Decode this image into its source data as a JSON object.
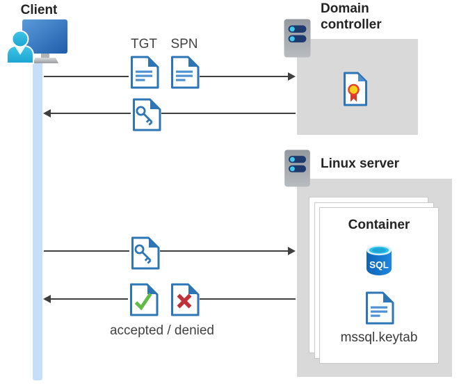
{
  "diagram": {
    "client": {
      "label": "Client"
    },
    "domain_controller": {
      "label_line1": "Domain",
      "label_line2": "controller"
    },
    "linux_server": {
      "label": "Linux server"
    },
    "container": {
      "label": "Container",
      "database_text": "SQL",
      "keytab_label": "mssql.keytab"
    },
    "flow": {
      "tgt_label": "TGT",
      "spn_label": "SPN",
      "result_label": "accepted / denied"
    },
    "icons": {
      "client": "person-at-monitor-icon",
      "domain_controller": "server-icon",
      "linux_server": "server-icon",
      "tgt": "document-icon",
      "spn": "document-icon",
      "session_ticket": "key-document-icon",
      "certificate": "certificate-ribbon-document-icon",
      "accepted": "check-document-icon",
      "denied": "cross-document-icon",
      "database": "sql-database-cylinder-icon",
      "keytab_file": "document-icon"
    },
    "colors": {
      "document_blue": "#2e75b6",
      "document_line_blue": "#4e92d2",
      "accept_green": "#62bb46",
      "deny_red": "#bf3138",
      "certificate_yellow": "#ffd21c",
      "certificate_red": "#e0412b",
      "sql_body_blue": "#0d64b6",
      "sql_top_cyan": "#30bfe8",
      "client_teal": "#2fb9e0",
      "monitor_blue": "#2e6db8",
      "server_slot_navy": "#1e3a6d",
      "server_dot_cyan": "#44c8f0",
      "box_gray": "#d9d9d9",
      "arrow_gray": "#3f3f3f",
      "lifeline_blue": "#c6dff8"
    }
  }
}
